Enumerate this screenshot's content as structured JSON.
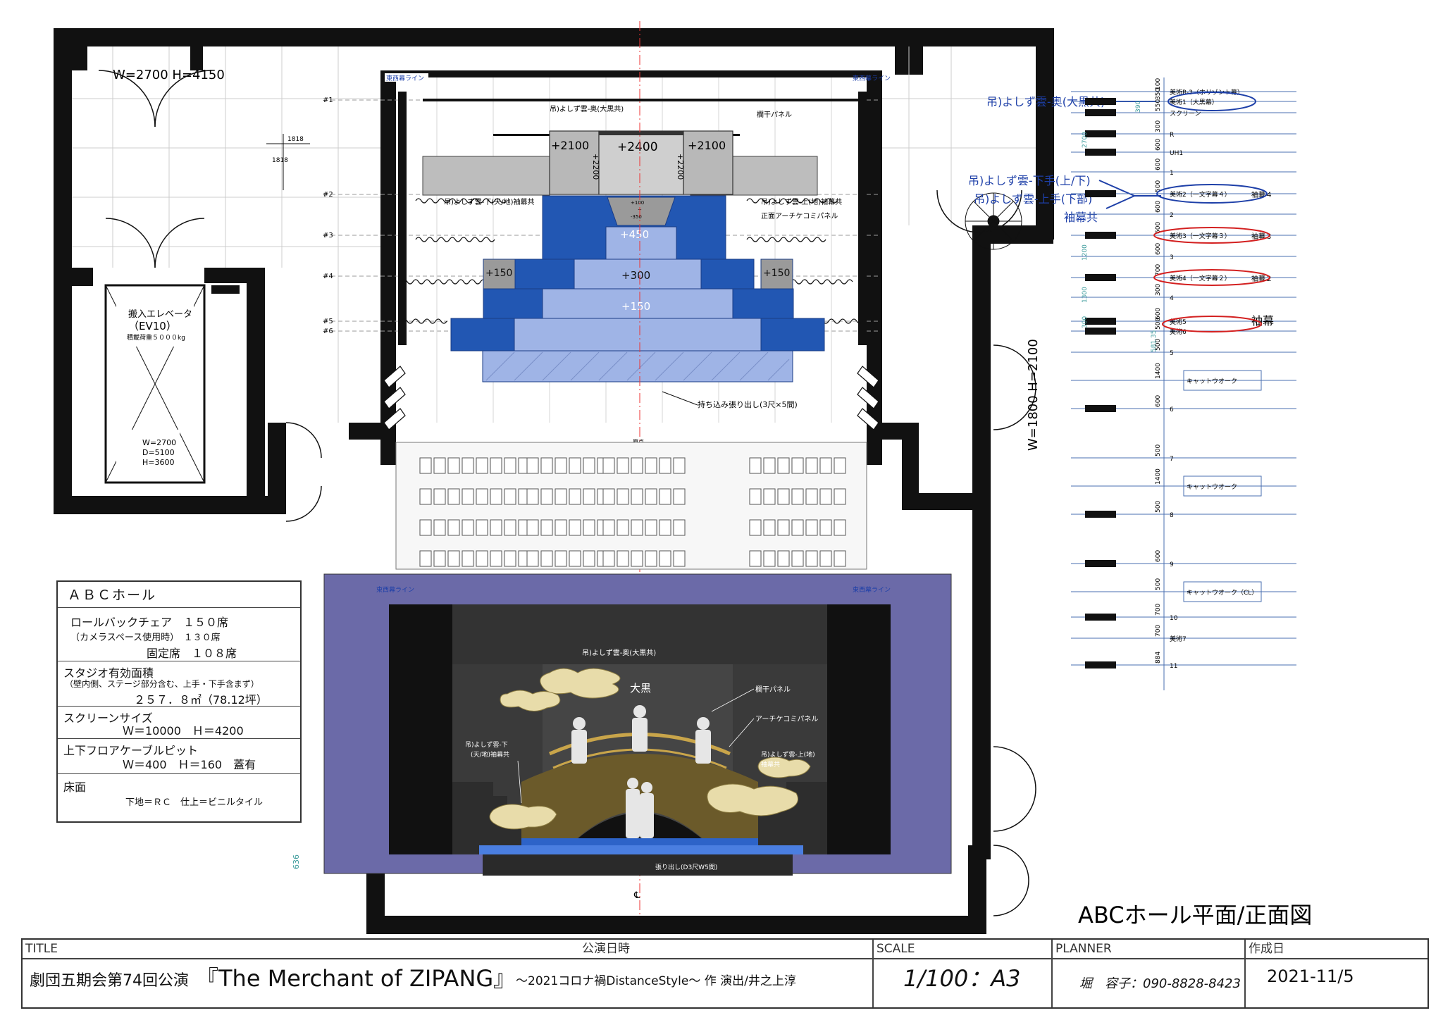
{
  "drawing_title": "ABCホール平面/正面図",
  "elevator": {
    "door_size": "W=2700 H=4150",
    "name_line1": "搬入エレベータ",
    "name_line2": "（EV10）",
    "load": "積載荷重５０００kg",
    "dims": [
      "W=2700",
      "D=5100",
      "H=3600"
    ]
  },
  "side_door": "W=1800 H=2100",
  "stage_plan": {
    "ew_line": "東西幕ライン",
    "rows": [
      "#1",
      "#2",
      "#3",
      "#4",
      "#5",
      "#6"
    ],
    "labels": {
      "back_curtain": "吊)よしず雲-奥(大黒共)",
      "handrail": "欄干パネル",
      "left_curtain": "吊)よしず雲-下(天/地)袖幕共",
      "right_curtain": "吊)よしず雲-上(地)袖幕共",
      "arch": "正面アーチケコミパネル",
      "apron": "持ち込み張り出し(3尺×5間)",
      "origin": "原点"
    },
    "risers": {
      "r2100a": "+2100",
      "r2400": "+2400",
      "r2100b": "+2100",
      "r2200a": "+2200",
      "r2200b": "+2200",
      "r450": "+450",
      "r300": "+300",
      "r150a": "+150",
      "r150b": "+150",
      "r150c": "+150",
      "center_mark_1": "+100",
      "center_mark_2": "~",
      "center_mark_3": "-350"
    },
    "dims": {
      "d1818": "1818",
      "d1818v": "1818"
    }
  },
  "callouts": {
    "c1": "吊)よしず雲-奥(大黒共)",
    "c2": "吊)よしず雲-下手(上/下)",
    "c3": "吊)よしず雲-上手(下部)",
    "c4": "袖幕共"
  },
  "rigging": {
    "items": [
      {
        "label": "美術R-3（ホリゾント幕）"
      },
      {
        "label": "美術1（大黒幕）"
      },
      {
        "label": "スクリーン"
      },
      {
        "label": "R"
      },
      {
        "label": "UH1"
      },
      {
        "label": "1"
      },
      {
        "label": "美術2（一文字幕４）",
        "note": "袖幕４"
      },
      {
        "label": "2"
      },
      {
        "label": "美術3（一文字幕３）",
        "note": "袖幕３"
      },
      {
        "label": "3"
      },
      {
        "label": "美術4（一文字幕２）",
        "note": "袖幕２"
      },
      {
        "label": "4"
      },
      {
        "label": "美術5",
        "note": "袖幕"
      },
      {
        "label": "美術6"
      },
      {
        "label": "5"
      },
      {
        "label": "キャットウオーク"
      },
      {
        "label": "6"
      },
      {
        "label": "7"
      },
      {
        "label": "キャットウオーク"
      },
      {
        "label": "8"
      },
      {
        "label": "9"
      },
      {
        "label": "キャットウオーク（CL）"
      },
      {
        "label": "10"
      },
      {
        "label": "美術7"
      },
      {
        "label": "11"
      }
    ],
    "spacing": [
      "100",
      "350",
      "550",
      "300",
      "600",
      "600",
      "500",
      "600",
      "600",
      "600",
      "700",
      "300",
      "600",
      "500",
      "500",
      "1400",
      "600",
      "500",
      "1400",
      "500",
      "600",
      "500",
      "700",
      "700",
      "884"
    ],
    "side_dims": [
      "390",
      "2700",
      "1200",
      "1300",
      "300",
      "581.35"
    ]
  },
  "elevation": {
    "ew_line": "東西幕ライン",
    "back": "吊)よしず雲-奥(大黒共)",
    "daikoku": "大黒",
    "handrail": "欄干パネル",
    "arch": "アーチケコミパネル",
    "left": "吊)よしず雲-下\n(天/地)袖幕共",
    "left_l1": "吊)よしず雲-下",
    "left_l2": "(天/地)袖幕共",
    "right_l1": "吊)よしず雲-上(地)",
    "right_l2": "袖幕共",
    "apron": "張り出し(D3尺W5間)",
    "dim": "636",
    "center": "℄"
  },
  "hall_info": {
    "name": "ＡＢＣホール",
    "rollback": "ロールバックチェア　１５０席",
    "camera": "（カメラスペース使用時）　１３０席",
    "fixed": "固定席　１０８席",
    "area_title": "スタジオ有効面積",
    "area_note": "（壁内側、ステージ部分含む、上手・下手含まず）",
    "area_value": "２５７．８㎡（78.12坪）",
    "screen_title": "スクリーンサイズ",
    "screen_value": "Ｗ＝10000　Ｈ＝4200",
    "pit_title": "上下フロアケーブルピット",
    "pit_value": "Ｗ＝400　Ｈ＝160　蓋有",
    "floor_title": "床面",
    "floor_value": "下地＝ＲＣ　仕上＝ビニルタイル"
  },
  "title_block": {
    "h_title": "TITLE",
    "h_date": "公演日時",
    "h_scale": "SCALE",
    "h_planner": "PLANNER",
    "h_created": "作成日",
    "title": "劇団五期会第74回公演",
    "play": "『The Merchant of ZIPANG』",
    "subtitle": "～2021コロナ禍DistanceStyle～ 作 演出/井之上淳",
    "scale": "1/100：A3",
    "planner": "堀　容子：090-8828-8423",
    "created": "2021-11/5"
  },
  "colors": {
    "blue_dark": "#2257b3",
    "blue_mid": "#3a6fd0",
    "blue_light": "#9fb4e6",
    "purple": "#6b6aa8",
    "gray": "#c8c8c8",
    "callout_blue": "#1d3fa8",
    "callout_red": "#d32020",
    "rig_line": "#4a6fb0"
  }
}
